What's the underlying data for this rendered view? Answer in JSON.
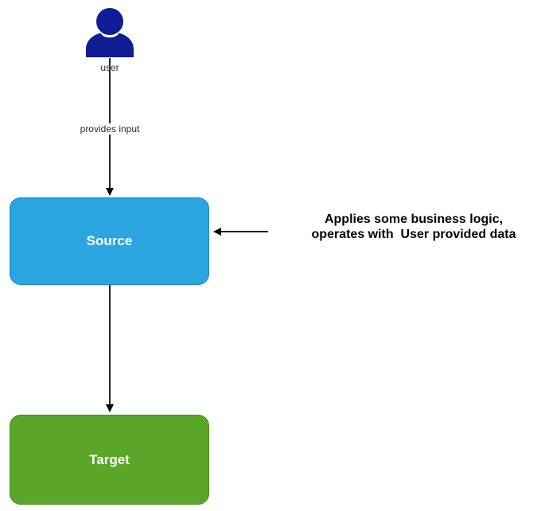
{
  "nodes": {
    "user": {
      "label": "user",
      "color": "#101d94"
    },
    "source": {
      "label": "Source",
      "fill": "#2aa5e0",
      "border": "#1d87c8",
      "text_color": "#ffffff"
    },
    "target": {
      "label": "Target",
      "fill": "#5aa628",
      "border": "#4a8a1d",
      "text_color": "#ffffff"
    }
  },
  "edges": {
    "user_to_source": {
      "label": "provides input"
    }
  },
  "annotation": {
    "line1": "Applies some business logic,",
    "line2": "operates with  User provided data"
  },
  "arrow_color": "#000000"
}
